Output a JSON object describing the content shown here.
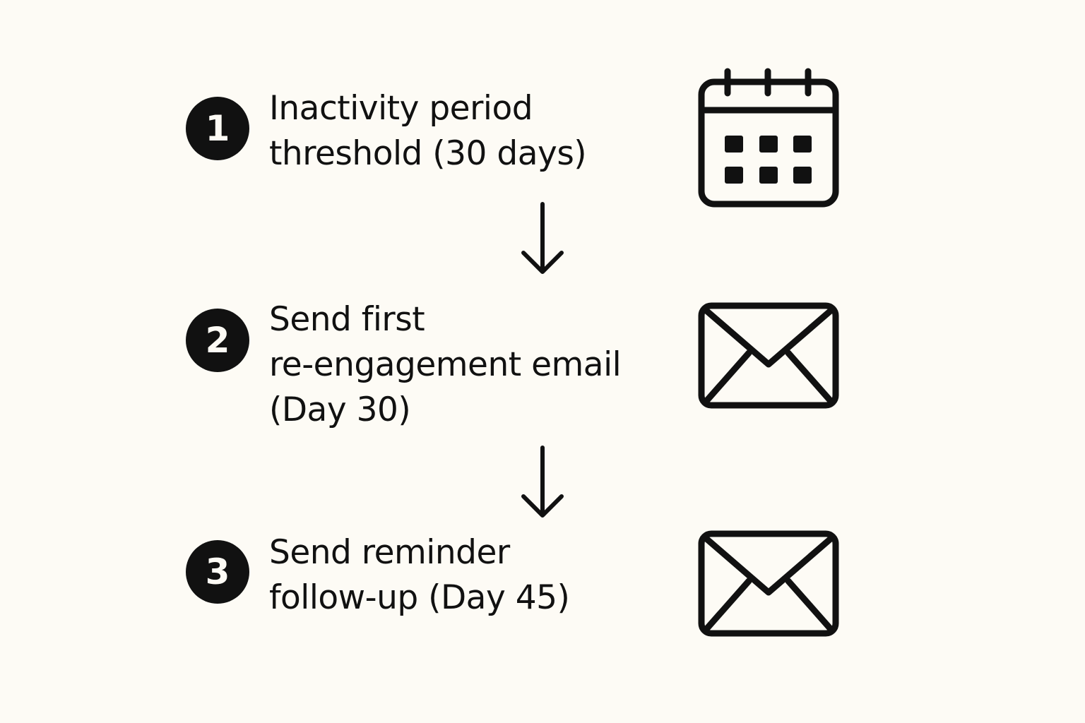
{
  "steps": [
    {
      "number": "1",
      "lines": [
        "Inactivity period",
        "threshold (30 days)"
      ],
      "icon": "calendar-icon"
    },
    {
      "number": "2",
      "lines": [
        "Send first",
        "re-engagement email",
        "(Day 30)"
      ],
      "icon": "envelope-icon"
    },
    {
      "number": "3",
      "lines": [
        "Send reminder",
        "follow-up (Day 45)"
      ],
      "icon": "envelope-icon"
    }
  ],
  "colors": {
    "background": "#fdfbf5",
    "ink": "#111111"
  }
}
